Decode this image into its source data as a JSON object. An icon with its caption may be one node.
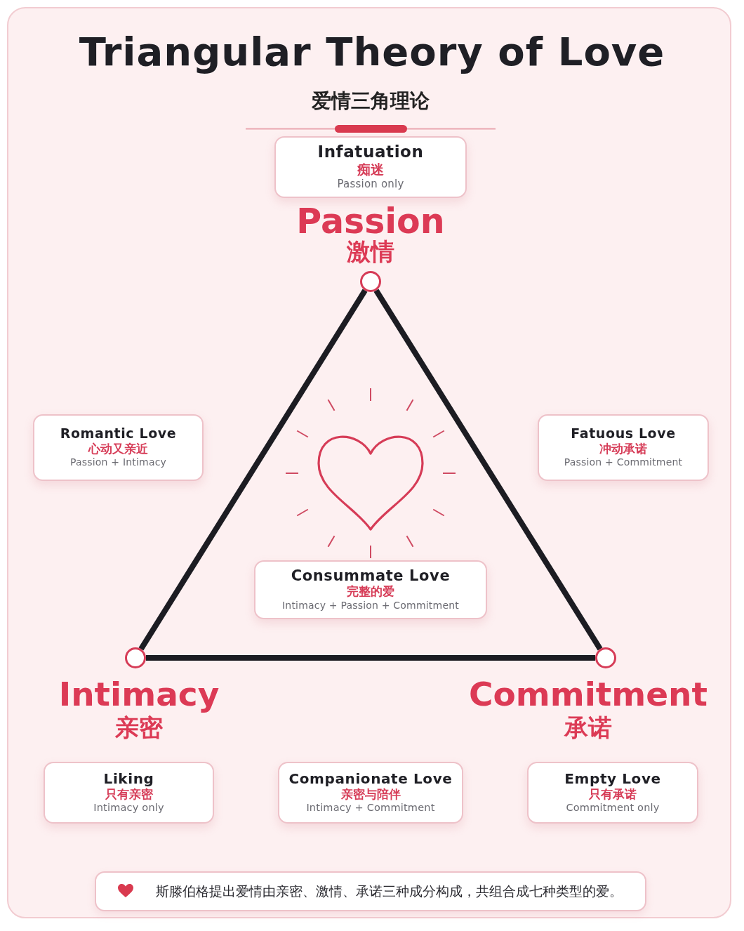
{
  "diagram": {
    "title": "Triangular Theory of Love",
    "nodes": [
      {
        "text": [
          "Infatuation",
          "痴迷",
          "Passion only"
        ]
      },
      {
        "text": [],
        "shape": "circle",
        "beside": [
          "Passion",
          "激情"
        ]
      },
      {
        "text": [
          "Romantic Love",
          "心动又亲近",
          "Passion + Intimacy"
        ]
      },
      {
        "text": [
          "Fatuous Love",
          "冲动承诺",
          "Passion + Commitment"
        ]
      },
      {
        "text": [
          "Consummate Love",
          "完整的爱",
          "Intimacy + Passion + Commitment"
        ]
      },
      {
        "text": [],
        "shape": "circle",
        "beside": [
          "Intimacy",
          "亲密"
        ]
      },
      {
        "text": [],
        "shape": "circle",
        "beside": [
          "Commitment",
          "承诺"
        ]
      },
      {
        "text": [
          "Liking",
          "只有亲密",
          "Intimacy only"
        ]
      },
      {
        "text": [
          "Companionate Love",
          "亲密与陪伴",
          "Intimacy + Commitment"
        ]
      },
      {
        "text": [
          "Empty Love",
          "只有承诺",
          "Commitment only"
        ]
      },
      {
        "text": [
          "斯滕伯格提出爱情由亲密、激情、承诺三种成分构成，共组合成七种类型的爱。"
        ]
      }
    ],
    "edges": [
      {
        "from": 1,
        "to": 5,
        "arrow": "none"
      },
      {
        "from": 1,
        "to": 6,
        "arrow": "none"
      },
      {
        "from": 5,
        "to": 6,
        "arrow": "none"
      }
    ],
    "labels": [
      "爱情三角理论"
    ]
  }
}
